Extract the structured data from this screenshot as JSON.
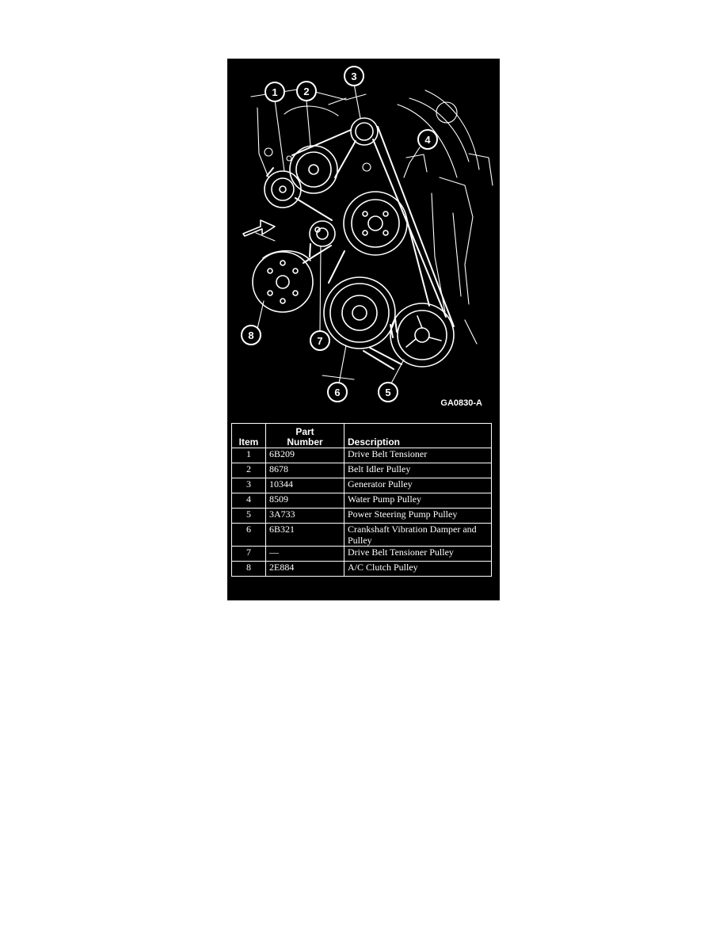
{
  "figure": {
    "figure_id": "GA0830-A",
    "callouts": [
      "1",
      "2",
      "3",
      "4",
      "5",
      "6",
      "7",
      "8"
    ]
  },
  "legend": {
    "headers": {
      "item": "Item",
      "part_number_line1": "Part",
      "part_number_line2": "Number",
      "description": "Description"
    },
    "rows": [
      {
        "item": "1",
        "part": "6B209",
        "desc": "Drive Belt Tensioner"
      },
      {
        "item": "2",
        "part": "8678",
        "desc": "Belt Idler Pulley"
      },
      {
        "item": "3",
        "part": "10344",
        "desc": "Generator Pulley"
      },
      {
        "item": "4",
        "part": "8509",
        "desc": "Water Pump Pulley"
      },
      {
        "item": "5",
        "part": "3A733",
        "desc": "Power Steering Pump Pulley"
      },
      {
        "item": "6",
        "part": "6B321",
        "desc": "Crankshaft Vibration Damper and Pulley"
      },
      {
        "item": "7",
        "part": "—",
        "desc": "Drive Belt Tensioner Pulley"
      },
      {
        "item": "8",
        "part": "2E884",
        "desc": "A/C Clutch Pulley"
      }
    ]
  },
  "colors": {
    "background": "#000000",
    "line": "#ffffff",
    "page": "#ffffff"
  }
}
